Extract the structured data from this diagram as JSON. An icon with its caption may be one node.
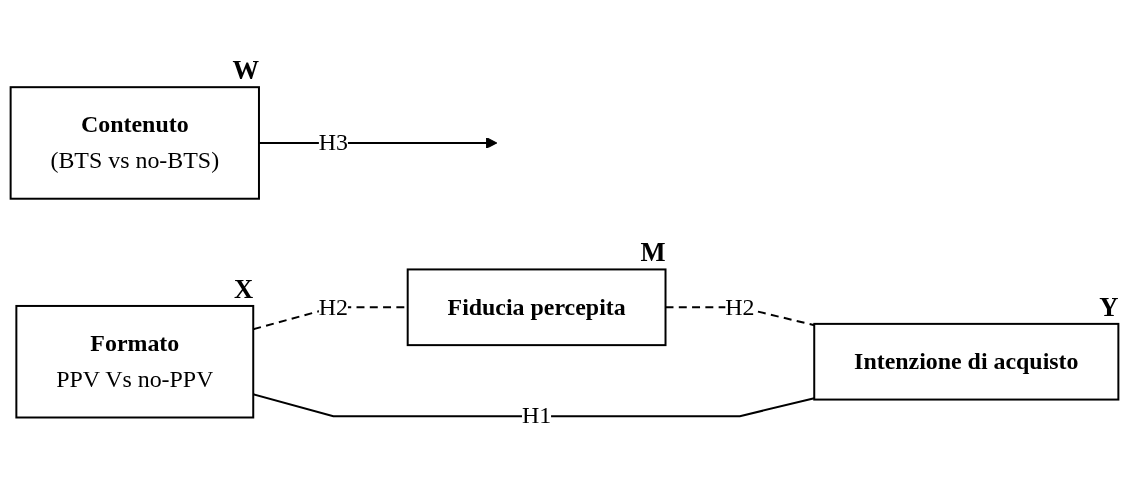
{
  "diagram": {
    "nodes": [
      {
        "text": [
          "Contenuto",
          "(BTS vs no-BTS)"
        ],
        "beside": [
          "W"
        ]
      },
      {
        "text": [
          "Fiducia percepita"
        ],
        "beside": [
          "M"
        ]
      },
      {
        "text": [
          "Formato",
          "PPV Vs no-PPV"
        ],
        "beside": [
          "X"
        ]
      },
      {
        "text": [
          "Intenzione di acquisto"
        ],
        "beside": [
          "Y"
        ]
      }
    ],
    "edges": [
      {
        "from": 2,
        "to": 1,
        "arrow": "none",
        "label": "H2",
        "style": "dashed"
      },
      {
        "from": 1,
        "to": 3,
        "arrow": "none",
        "label": "H2",
        "style": "dashed"
      },
      {
        "from": 2,
        "to": 3,
        "arrow": "none",
        "label": "H1"
      },
      {
        "from": 0,
        "to": null,
        "arrow": "to",
        "label": "H3"
      }
    ]
  }
}
